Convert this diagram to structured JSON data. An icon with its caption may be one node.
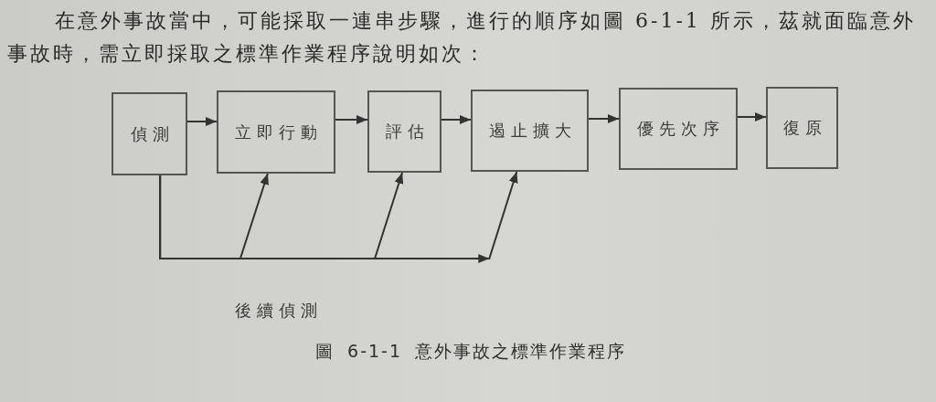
{
  "diagram": {
    "caption": "圖 6-1-1 意外事故之標準作業程序",
    "nodes": [
      {
        "text": [
          "偵測"
        ]
      },
      {
        "text": [
          "立即行動"
        ]
      },
      {
        "text": [
          "評估"
        ]
      },
      {
        "text": [
          "遏止擴大"
        ]
      },
      {
        "text": [
          "優先次序"
        ]
      },
      {
        "text": [
          "復原"
        ]
      }
    ],
    "edges": [
      {
        "from": 0,
        "to": 1,
        "arrow": "to"
      },
      {
        "from": 1,
        "to": 2,
        "arrow": "to"
      },
      {
        "from": 2,
        "to": 3,
        "arrow": "to"
      },
      {
        "from": 3,
        "to": 4,
        "arrow": "to"
      },
      {
        "from": 4,
        "to": 5,
        "arrow": "to"
      },
      {
        "from": 0,
        "to": 1,
        "arrow": "to"
      },
      {
        "from": 0,
        "to": 2,
        "arrow": "to"
      },
      {
        "from": 0,
        "to": 3,
        "arrow": "to"
      }
    ],
    "labels": [
      "在意外事故當中，可能採取一連串步驟，進行的順序如圖 6-1-1 所示，茲就面臨意外事故時，需立即採取之標準作業程序說明如次：",
      "後續偵測"
    ]
  }
}
